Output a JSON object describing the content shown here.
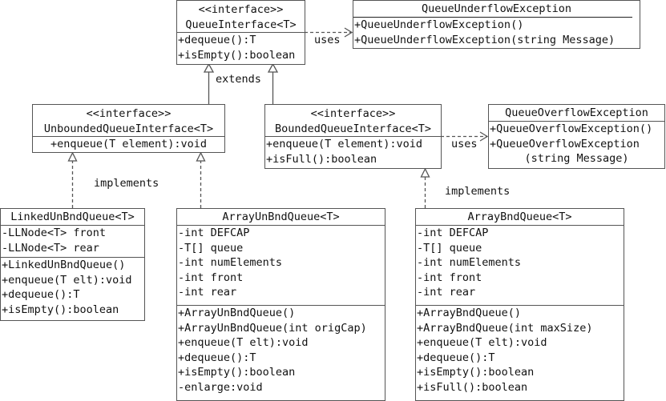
{
  "diagram": {
    "type": "uml-class-diagram",
    "classes": {
      "queue_interface": {
        "stereotype": "<<interface>>",
        "name": "QueueInterface<T>",
        "attributes": [],
        "methods": [
          "+dequeue():T",
          "+isEmpty():boolean"
        ]
      },
      "queue_underflow_exception": {
        "name": "QueueUnderflowException",
        "methods": [
          "+QueueUnderflowException()",
          "+QueueUnderflowException(string Message)"
        ]
      },
      "unbounded_queue_interface": {
        "stereotype": "<<interface>>",
        "name": "UnboundedQueueInterface<T>",
        "methods": [
          "+enqueue(T element):void"
        ]
      },
      "bounded_queue_interface": {
        "stereotype": "<<interface>>",
        "name": "BoundedQueueInterface<T>",
        "methods": [
          "+enqueue(T element):void",
          "+isFull():boolean"
        ]
      },
      "queue_overflow_exception": {
        "name": "QueueOverflowException",
        "methods": [
          "+QueueOverflowException()",
          "+QueueOverflowException",
          "(string Message)"
        ]
      },
      "linked_unbnd_queue": {
        "name": "LinkedUnBndQueue<T>",
        "attributes": [
          "-LLNode<T> front",
          "-LLNode<T> rear"
        ],
        "methods": [
          "+LinkedUnBndQueue()",
          "+enqueue(T elt):void",
          "+dequeue():T",
          "+isEmpty():boolean"
        ]
      },
      "array_unbnd_queue": {
        "name": "ArrayUnBndQueue<T>",
        "attributes": [
          "-int DEFCAP",
          "-T[] queue",
          "-int numElements",
          "-int front",
          "-int rear"
        ],
        "methods": [
          "+ArrayUnBndQueue()",
          "+ArrayUnBndQueue(int origCap)",
          "+enqueue(T elt):void",
          "+dequeue():T",
          "+isEmpty():boolean",
          "-enlarge:void"
        ]
      },
      "array_bnd_queue": {
        "name": "ArrayBndQueue<T>",
        "attributes": [
          "-int DEFCAP",
          "-T[] queue",
          "-int numElements",
          "-int front",
          "-int rear"
        ],
        "methods": [
          "+ArrayBndQueue()",
          "+ArrayBndQueue(int maxSize)",
          "+enqueue(T elt):void",
          "+dequeue():T",
          "+isEmpty():boolean",
          "+isFull():boolean"
        ]
      }
    },
    "relationships": [
      {
        "from": "UnboundedQueueInterface<T>",
        "to": "QueueInterface<T>",
        "kind": "generalization",
        "label": "extends"
      },
      {
        "from": "BoundedQueueInterface<T>",
        "to": "QueueInterface<T>",
        "kind": "generalization",
        "label": ""
      },
      {
        "from": "QueueInterface<T>",
        "to": "QueueUnderflowException",
        "kind": "dependency",
        "label": "uses"
      },
      {
        "from": "BoundedQueueInterface<T>",
        "to": "QueueOverflowException",
        "kind": "dependency",
        "label": "uses"
      },
      {
        "from": "LinkedUnBndQueue<T>",
        "to": "UnboundedQueueInterface<T>",
        "kind": "realization",
        "label": "implements"
      },
      {
        "from": "ArrayUnBndQueue<T>",
        "to": "UnboundedQueueInterface<T>",
        "kind": "realization",
        "label": ""
      },
      {
        "from": "ArrayBndQueue<T>",
        "to": "BoundedQueueInterface<T>",
        "kind": "realization",
        "label": "implements"
      }
    ],
    "labels": {
      "extends": "extends",
      "uses_top": "uses",
      "uses_mid": "uses",
      "implements_left": "implements",
      "implements_right": "implements"
    }
  }
}
